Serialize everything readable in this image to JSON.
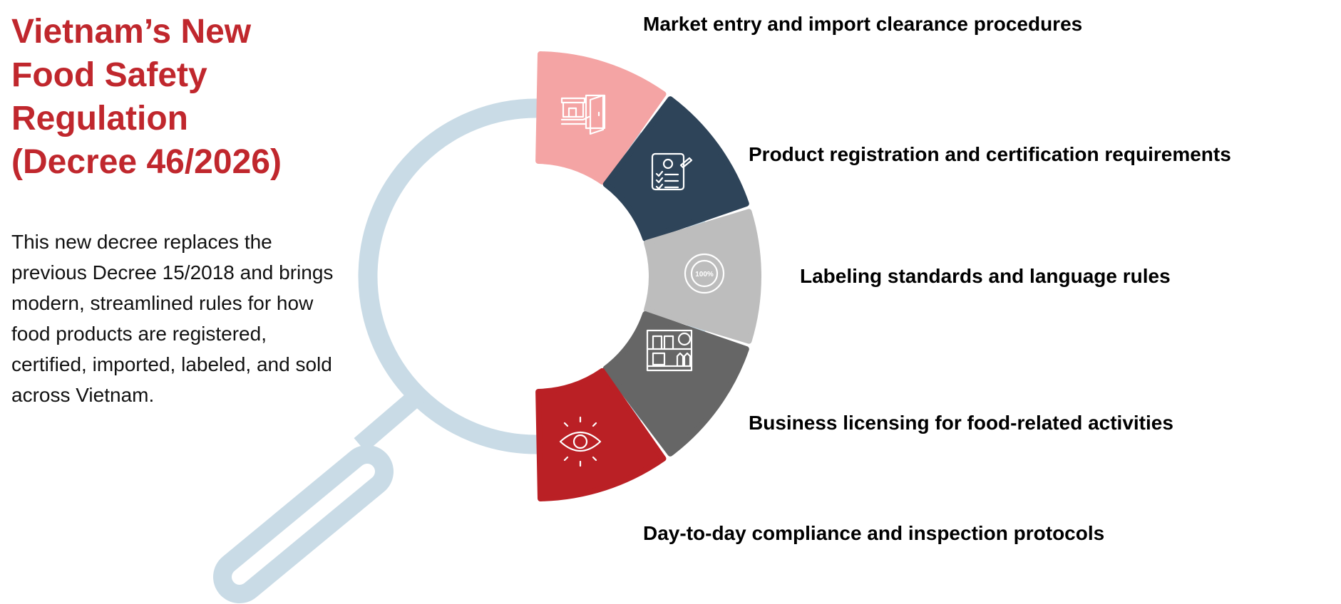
{
  "title_lines": [
    "Vietnam’s New",
    "Food Safety",
    "Regulation",
    "(Decree 46/2026)"
  ],
  "description": "This new decree replaces the previous Decree 15/2018 and brings modern, streamlined rules for how food products are registered, certified, imported, labeled, and sold across Vietnam.",
  "colors": {
    "title": "#C0272D",
    "magnifier": "#C9DBE6"
  },
  "segments": [
    {
      "label": "Market entry and import clearance procedures",
      "color": "#F4A4A4",
      "icon": "store-door-entry-icon"
    },
    {
      "label": "Product registration and certification requirements",
      "color": "#2E4459",
      "icon": "clipboard-checklist-icon"
    },
    {
      "label": "Labeling standards and language rules",
      "color": "#BDBDBD",
      "icon": "guarantee-badge-icon"
    },
    {
      "label": "Business licensing for food-related activities",
      "color": "#666666",
      "icon": "store-shelf-icon"
    },
    {
      "label": "Day-to-day compliance and inspection protocols",
      "color": "#BA2025",
      "icon": "eye-inspection-icon"
    }
  ]
}
